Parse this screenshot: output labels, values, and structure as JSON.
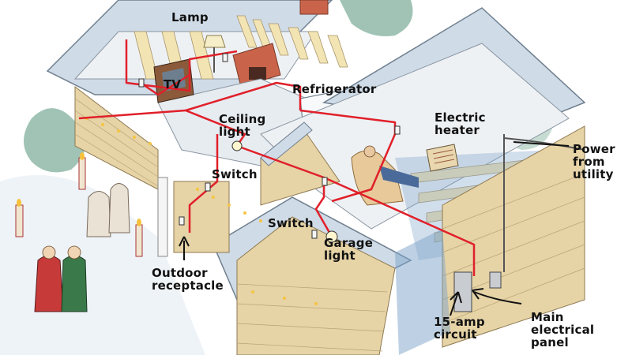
{
  "labels": {
    "lamp": "Lamp",
    "tv": "TV",
    "refrigerator": "Refrigerator",
    "ceiling_light": "Ceiling\nlight",
    "electric_heater": "Electric\nheater",
    "power_from_utility": "Power\nfrom\nutility",
    "switch_upper": "Switch",
    "switch_lower": "Switch",
    "garage_light": "Garage\nlight",
    "outdoor_receptacle": "Outdoor\nreceptacle",
    "circuit": "15-amp\ncircuit",
    "main_panel": "Main\nelectrical\npanel"
  },
  "colors": {
    "wire": "#e0202a",
    "roof": "#cdd9e6",
    "siding": "#e8d7ad",
    "attic": "#eef2f6",
    "rafters": "#f2e3b0",
    "brick": "#c9644a",
    "snow": "#f2f6fa",
    "trees": "#7fae9a"
  }
}
